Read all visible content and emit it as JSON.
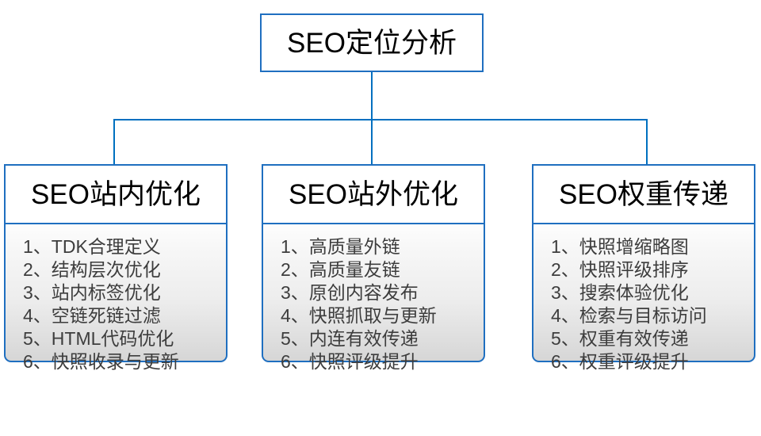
{
  "diagram": {
    "type": "organization-tree",
    "root": {
      "label": "SEO定位分析"
    },
    "branches": [
      {
        "title": "SEO站内优化",
        "items": [
          "1、TDK合理定义",
          "2、结构层次优化",
          "3、站内标签优化",
          "4、空链死链过滤",
          "5、HTML代码优化",
          "6、快照收录与更新"
        ]
      },
      {
        "title": "SEO站外优化",
        "items": [
          "1、高质量外链",
          "2、高质量友链",
          "3、原创内容发布",
          "4、快照抓取与更新",
          "5、内连有效传递",
          "6、快照评级提升"
        ]
      },
      {
        "title": "SEO权重传递",
        "items": [
          "1、快照增缩略图",
          "2、快照评级排序",
          "3、搜索体验优化",
          "4、检索与目标访问",
          "5、权重有效传递",
          "6、权重评级提升"
        ]
      }
    ],
    "colors": {
      "border": "#1F6FC0",
      "connector": "#0070C0",
      "title_text": "#000000",
      "list_text": "#3d3d3d",
      "node_background": "#ffffff",
      "body_gradient_top": "#fdfdfd",
      "body_gradient_bottom": "#d6d6d6",
      "page_background": "#ffffff"
    }
  }
}
